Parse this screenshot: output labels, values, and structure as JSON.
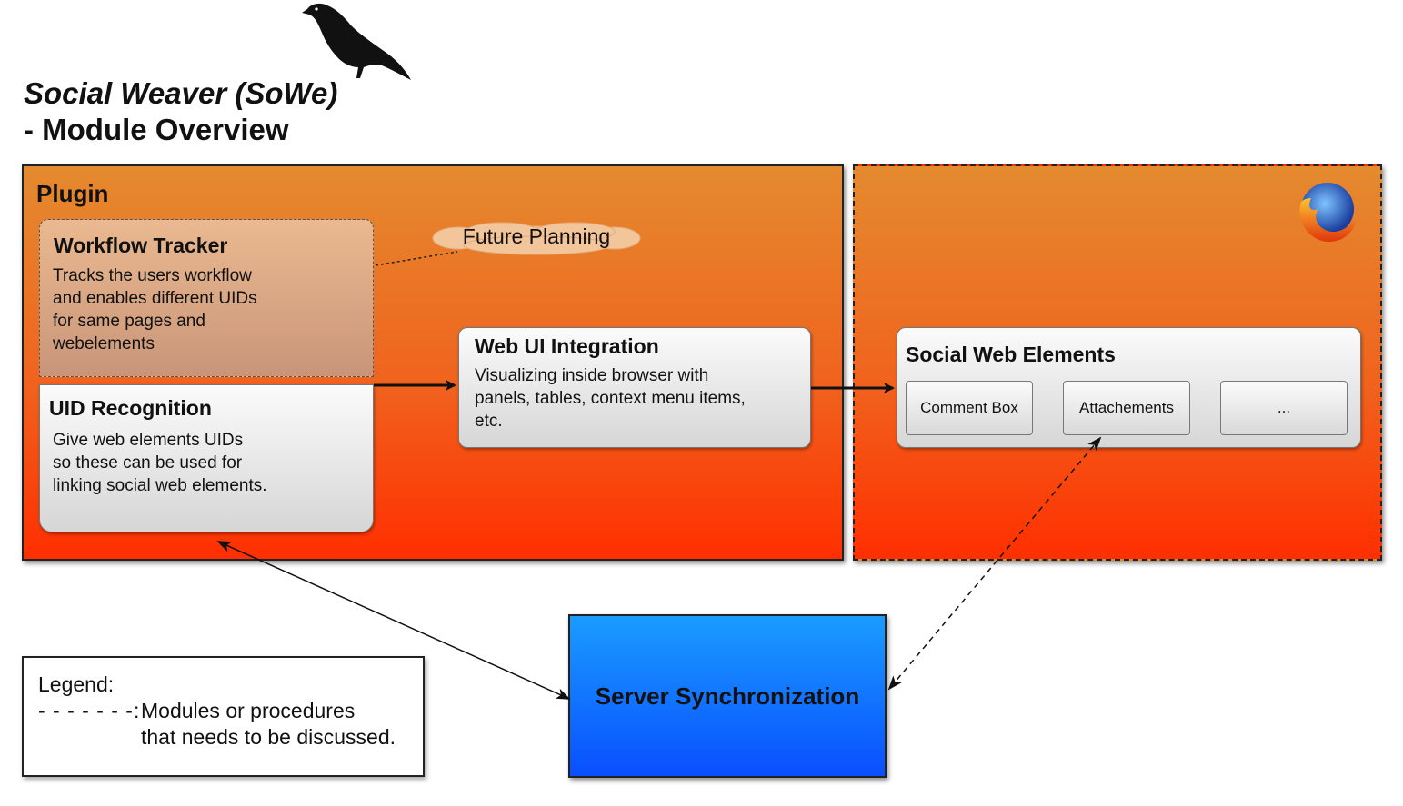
{
  "title": {
    "line1": "Social Weaver (SoWe)",
    "line2": "- Module Overview"
  },
  "plugin": {
    "label": "Plugin",
    "workflow_tracker": {
      "title": "Workflow Tracker",
      "lines": [
        "Tracks the users workflow",
        "and enables different UIDs",
        "for same pages and",
        "webelements"
      ]
    },
    "uid_recognition": {
      "title": "UID Recognition",
      "lines": [
        "Give web elements UIDs",
        "so these can be used for",
        "linking social web elements."
      ]
    },
    "web_ui_integration": {
      "title": "Web UI Integration",
      "lines": [
        "Visualizing inside browser with",
        "panels, tables, context menu items,",
        "etc."
      ]
    },
    "future_planning": "Future Planning"
  },
  "browser": {
    "icon": "firefox-icon",
    "social_web_elements": {
      "title": "Social Web Elements",
      "items": [
        "Comment Box",
        "Attachements",
        "..."
      ]
    }
  },
  "server": {
    "label": "Server Synchronization"
  },
  "legend": {
    "title": "Legend:",
    "dash": "- - - - - - -:",
    "line1": "Modules or procedures",
    "line2": "that needs to be discussed."
  },
  "colors": {
    "orange_top": "#e48a2f",
    "orange_bottom": "#ff2f00",
    "blue_top": "#1a9cff",
    "blue_bottom": "#0a4fff"
  }
}
